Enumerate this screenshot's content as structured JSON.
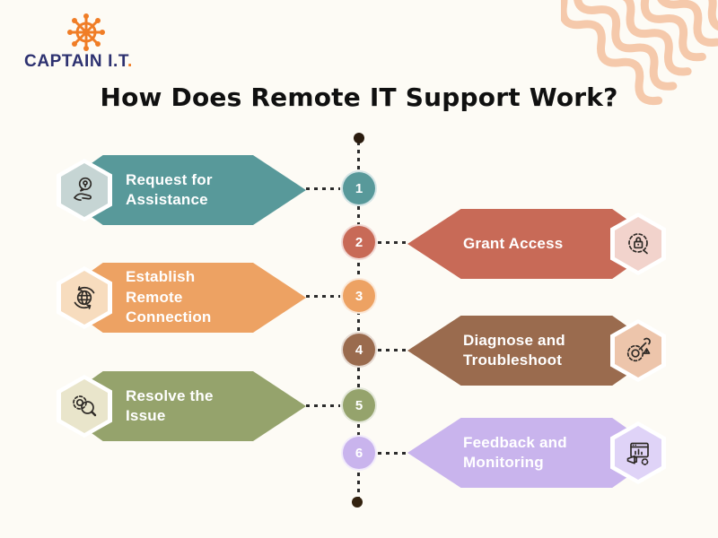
{
  "brand": {
    "name": "CAPTAIN I.T",
    "dot": ".",
    "icon": "ship-helm-icon",
    "text_color": "#2d3170",
    "icon_color": "#f07d26"
  },
  "title": "How Does Remote IT Support Work?",
  "background_color": "#fdfbf5",
  "decoration": {
    "type": "wavy-lines",
    "position": "top-right",
    "color": "#f5c9ab"
  },
  "timeline": {
    "line_color": "#2b2b2b",
    "end_dot_color": "#2a1b0e",
    "steps": [
      {
        "number": "1",
        "label": "Request for Assistance",
        "side": "left",
        "color": "#58999a",
        "icon": "hand-idea-icon",
        "icon_bg": "#c6d5d4"
      },
      {
        "number": "2",
        "label": "Grant Access",
        "side": "right",
        "color": "#c86a57",
        "icon": "lock-gear-icon",
        "icon_bg": "#f2d3cc"
      },
      {
        "number": "3",
        "label": "Establish Remote Connection",
        "side": "left",
        "color": "#eda263",
        "icon": "globe-connection-icon",
        "icon_bg": "#f7dcbe"
      },
      {
        "number": "4",
        "label": "Diagnose and Troubleshoot",
        "side": "right",
        "color": "#9a6b4e",
        "icon": "gear-wrench-icon",
        "icon_bg": "#edc5ab"
      },
      {
        "number": "5",
        "label": "Resolve the Issue",
        "side": "left",
        "color": "#95a36c",
        "icon": "gear-magnifier-icon",
        "icon_bg": "#e9e5cb"
      },
      {
        "number": "6",
        "label": "Feedback and Monitoring",
        "side": "right",
        "color": "#c9b4ed",
        "icon": "monitor-feedback-icon",
        "icon_bg": "#dfd3f7"
      }
    ]
  }
}
